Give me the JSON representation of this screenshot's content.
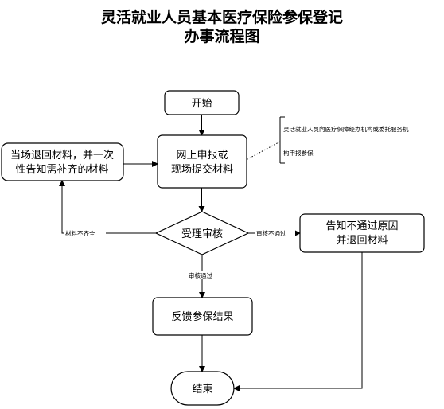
{
  "title": {
    "line1": "灵活就业人员基本医疗保险参保登记",
    "line2": "办事流程图"
  },
  "nodes": {
    "start": "开始",
    "submit_line1": "网上申报或",
    "submit_line2": "现场提交材料",
    "return_line1": "当场退回材料，并一次",
    "return_line2": "性告知需补齐的材料",
    "review": "受理审核",
    "reject_line1": "告知不通过原因",
    "reject_line2": "并退回材料",
    "feedback": "反馈参保结果",
    "end": "结束"
  },
  "note": {
    "line1": "灵活就业人员向医疗保障经办机构或委托服务机",
    "line2": "构申报参保"
  },
  "edge_labels": {
    "incomplete": "材料不齐全",
    "not_passed": "审核不通过",
    "passed": "审核通过"
  }
}
